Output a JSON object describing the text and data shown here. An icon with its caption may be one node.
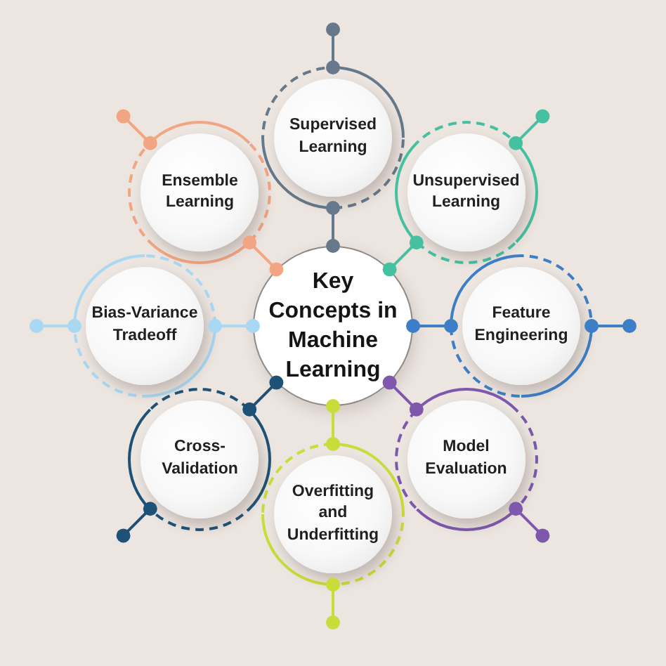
{
  "diagram": {
    "nodes": [
      {
        "text": [
          "Key Concepts in Machine Learning"
        ]
      },
      {
        "text": [
          "Supervised Learning"
        ]
      },
      {
        "text": [
          "Unsupervised Learning"
        ]
      },
      {
        "text": [
          "Feature Engineering"
        ]
      },
      {
        "text": [
          "Model Evaluation"
        ]
      },
      {
        "text": [
          "Overfitting and Underfitting"
        ]
      },
      {
        "text": [
          "Cross-Validation"
        ]
      },
      {
        "text": [
          "Bias-Variance Tradeoff"
        ]
      },
      {
        "text": [
          "Ensemble Learning"
        ]
      }
    ],
    "edges": [
      {
        "from": 0,
        "to": 1,
        "arrow": "other",
        "color": "#66788c"
      },
      {
        "from": 0,
        "to": 2,
        "arrow": "other",
        "color": "#45c1a2"
      },
      {
        "from": 0,
        "to": 3,
        "arrow": "other",
        "color": "#3d7fc6"
      },
      {
        "from": 0,
        "to": 4,
        "arrow": "other",
        "color": "#7d58ad"
      },
      {
        "from": 0,
        "to": 5,
        "arrow": "other",
        "color": "#c9dc3a"
      },
      {
        "from": 0,
        "to": 6,
        "arrow": "other",
        "color": "#1d5276"
      },
      {
        "from": 0,
        "to": 7,
        "arrow": "other",
        "color": "#a8d8f2"
      },
      {
        "from": 0,
        "to": 8,
        "arrow": "other",
        "color": "#f2a582"
      },
      {
        "from": 1,
        "to": null,
        "arrow": "other",
        "color": "#66788c"
      },
      {
        "from": 2,
        "to": null,
        "arrow": "other",
        "color": "#45c1a2"
      },
      {
        "from": 3,
        "to": null,
        "arrow": "other",
        "color": "#3d7fc6"
      },
      {
        "from": 4,
        "to": null,
        "arrow": "other",
        "color": "#7d58ad"
      },
      {
        "from": 5,
        "to": null,
        "arrow": "other",
        "color": "#c9dc3a"
      },
      {
        "from": 6,
        "to": null,
        "arrow": "other",
        "color": "#1d5276"
      },
      {
        "from": 7,
        "to": null,
        "arrow": "other",
        "color": "#a8d8f2"
      },
      {
        "from": 8,
        "to": null,
        "arrow": "other",
        "color": "#f2a582"
      }
    ]
  }
}
